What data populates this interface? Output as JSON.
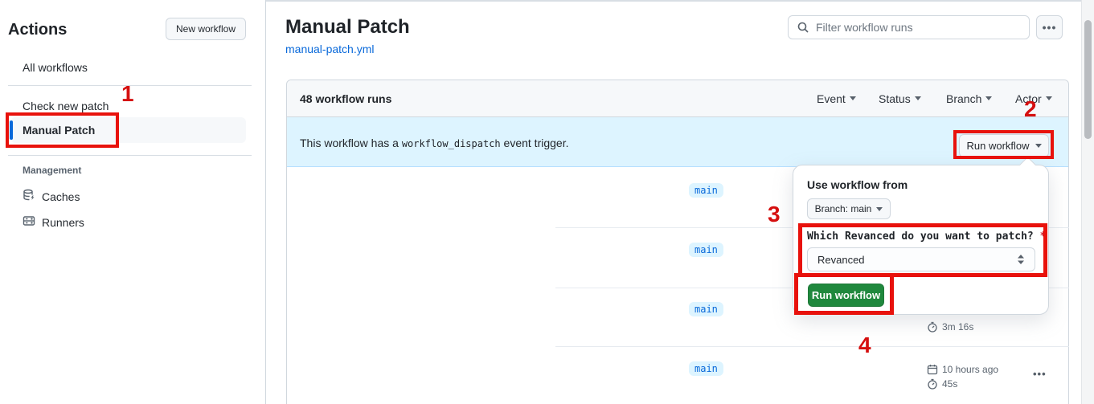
{
  "sidebar": {
    "title": "Actions",
    "new_workflow_button": "New workflow",
    "items": [
      {
        "label": "All workflows"
      },
      {
        "label": "Check new patch"
      },
      {
        "label": "Manual Patch"
      }
    ],
    "management": {
      "label": "Management",
      "items": [
        {
          "label": "Caches",
          "icon": "cache-icon"
        },
        {
          "label": "Runners",
          "icon": "server-icon"
        }
      ]
    }
  },
  "header": {
    "title": "Manual Patch",
    "workflow_file": "manual-patch.yml",
    "filter_placeholder": "Filter workflow runs",
    "kebab": "•••"
  },
  "runs": {
    "count_label": "48 workflow runs",
    "filters": [
      {
        "label": "Event"
      },
      {
        "label": "Status"
      },
      {
        "label": "Branch"
      },
      {
        "label": "Actor"
      }
    ],
    "banner": {
      "text_before": "This workflow has a",
      "code": "workflow_dispatch",
      "text_after": "event trigger.",
      "run_workflow_button": "Run workflow"
    },
    "rows": [
      {
        "branch": "main"
      },
      {
        "branch": "main"
      },
      {
        "branch": "main",
        "duration": "3m 16s"
      },
      {
        "branch": "main",
        "time": "10 hours ago",
        "duration": "45s",
        "kebab": "•••"
      }
    ]
  },
  "dispatch_panel": {
    "title": "Use workflow from",
    "branch_button": "Branch: main",
    "input_label": "Which Revanced do you want to patch?",
    "required_mark": "*",
    "select_value": "Revanced",
    "run_button": "Run workflow"
  },
  "annotations": {
    "labels": [
      "1",
      "2",
      "3",
      "4"
    ],
    "box_color": "#e8120c",
    "tab_indicator_color": "#fd8c73"
  }
}
